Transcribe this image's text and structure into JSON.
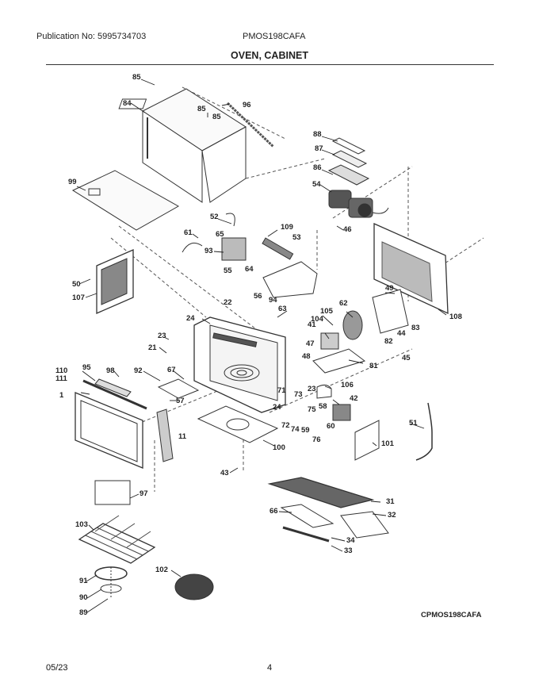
{
  "header": {
    "publication": "Publication No: 5995734703",
    "model": "PMOS198CAFA",
    "section_title": "OVEN, CABINET"
  },
  "diagram": {
    "reference_code": "CPMOS198CAFA",
    "parts": [
      {
        "id": "85a",
        "label": "85"
      },
      {
        "id": "84",
        "label": "84"
      },
      {
        "id": "85b",
        "label": "85"
      },
      {
        "id": "85c",
        "label": "85"
      },
      {
        "id": "96",
        "label": "96"
      },
      {
        "id": "88",
        "label": "88"
      },
      {
        "id": "87",
        "label": "87"
      },
      {
        "id": "86",
        "label": "86"
      },
      {
        "id": "99",
        "label": "99"
      },
      {
        "id": "54",
        "label": "54"
      },
      {
        "id": "52",
        "label": "52"
      },
      {
        "id": "109",
        "label": "109"
      },
      {
        "id": "61",
        "label": "61"
      },
      {
        "id": "65",
        "label": "65"
      },
      {
        "id": "53",
        "label": "53"
      },
      {
        "id": "46",
        "label": "46"
      },
      {
        "id": "93",
        "label": "93"
      },
      {
        "id": "64",
        "label": "64"
      },
      {
        "id": "55",
        "label": "55"
      },
      {
        "id": "50",
        "label": "50"
      },
      {
        "id": "56",
        "label": "56"
      },
      {
        "id": "94",
        "label": "94"
      },
      {
        "id": "107",
        "label": "107"
      },
      {
        "id": "49",
        "label": "49"
      },
      {
        "id": "22",
        "label": "22"
      },
      {
        "id": "63",
        "label": "63"
      },
      {
        "id": "62",
        "label": "62"
      },
      {
        "id": "108",
        "label": "108"
      },
      {
        "id": "24a",
        "label": "24"
      },
      {
        "id": "105",
        "label": "105"
      },
      {
        "id": "104",
        "label": "104"
      },
      {
        "id": "41",
        "label": "41"
      },
      {
        "id": "83",
        "label": "83"
      },
      {
        "id": "23a",
        "label": "23"
      },
      {
        "id": "44",
        "label": "44"
      },
      {
        "id": "21",
        "label": "21"
      },
      {
        "id": "82",
        "label": "82"
      },
      {
        "id": "47",
        "label": "47"
      },
      {
        "id": "45",
        "label": "45"
      },
      {
        "id": "48",
        "label": "48"
      },
      {
        "id": "81",
        "label": "81"
      },
      {
        "id": "95",
        "label": "95"
      },
      {
        "id": "98",
        "label": "98"
      },
      {
        "id": "92",
        "label": "92"
      },
      {
        "id": "67",
        "label": "67"
      },
      {
        "id": "110",
        "label": "110"
      },
      {
        "id": "111",
        "label": "111"
      },
      {
        "id": "71",
        "label": "71"
      },
      {
        "id": "73",
        "label": "73"
      },
      {
        "id": "23b",
        "label": "23"
      },
      {
        "id": "106",
        "label": "106"
      },
      {
        "id": "42",
        "label": "42"
      },
      {
        "id": "1",
        "label": "1"
      },
      {
        "id": "57",
        "label": "57"
      },
      {
        "id": "58",
        "label": "58"
      },
      {
        "id": "24b",
        "label": "24"
      },
      {
        "id": "75",
        "label": "75"
      },
      {
        "id": "51",
        "label": "51"
      },
      {
        "id": "72",
        "label": "72"
      },
      {
        "id": "74",
        "label": "74"
      },
      {
        "id": "59",
        "label": "59"
      },
      {
        "id": "60",
        "label": "60"
      },
      {
        "id": "11",
        "label": "11"
      },
      {
        "id": "76",
        "label": "76"
      },
      {
        "id": "101",
        "label": "101"
      },
      {
        "id": "100",
        "label": "100"
      },
      {
        "id": "43",
        "label": "43"
      },
      {
        "id": "97",
        "label": "97"
      },
      {
        "id": "31",
        "label": "31"
      },
      {
        "id": "66",
        "label": "66"
      },
      {
        "id": "32",
        "label": "32"
      },
      {
        "id": "103",
        "label": "103"
      },
      {
        "id": "34",
        "label": "34"
      },
      {
        "id": "33",
        "label": "33"
      },
      {
        "id": "102",
        "label": "102"
      },
      {
        "id": "91",
        "label": "91"
      },
      {
        "id": "90",
        "label": "90"
      },
      {
        "id": "89",
        "label": "89"
      }
    ]
  },
  "footer": {
    "date": "05/23",
    "page_number": "4"
  }
}
